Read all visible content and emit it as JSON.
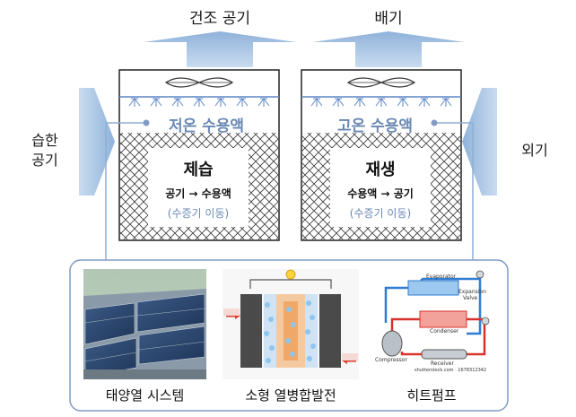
{
  "top_labels": {
    "dry_air": "건조 공기",
    "exhaust": "배기"
  },
  "side_labels": {
    "humid_air_1": "습한",
    "humid_air_2": "공기",
    "outside_air": "외기"
  },
  "dehumidifier": {
    "solution_label": "저온 수용액",
    "mode": "제습",
    "flow": "공기 → 수용액",
    "vapor": "(수증기 이동)"
  },
  "regenerator": {
    "solution_label": "고온 수용액",
    "mode": "재생",
    "flow": "수용액 → 공기",
    "vapor": "(수증기 이동)"
  },
  "heat_sources": {
    "solar": "태양열 시스템",
    "fuel_cell": "소형 열병합발전",
    "heat_pump": "히트펌프"
  },
  "heat_pump_diagram": {
    "evaporator": "Evaporator",
    "expansion_valve_1": "Expansion",
    "expansion_valve_2": "Valve",
    "condenser": "Condenser",
    "compressor": "Compressor",
    "receiver": "Receiver",
    "watermark": "shutterstock.com · 1678312342"
  },
  "colors": {
    "arrow_blue": "#9bbcdf",
    "solution_blue": "#6a89b4",
    "panel_border": "#7f9bc4"
  }
}
